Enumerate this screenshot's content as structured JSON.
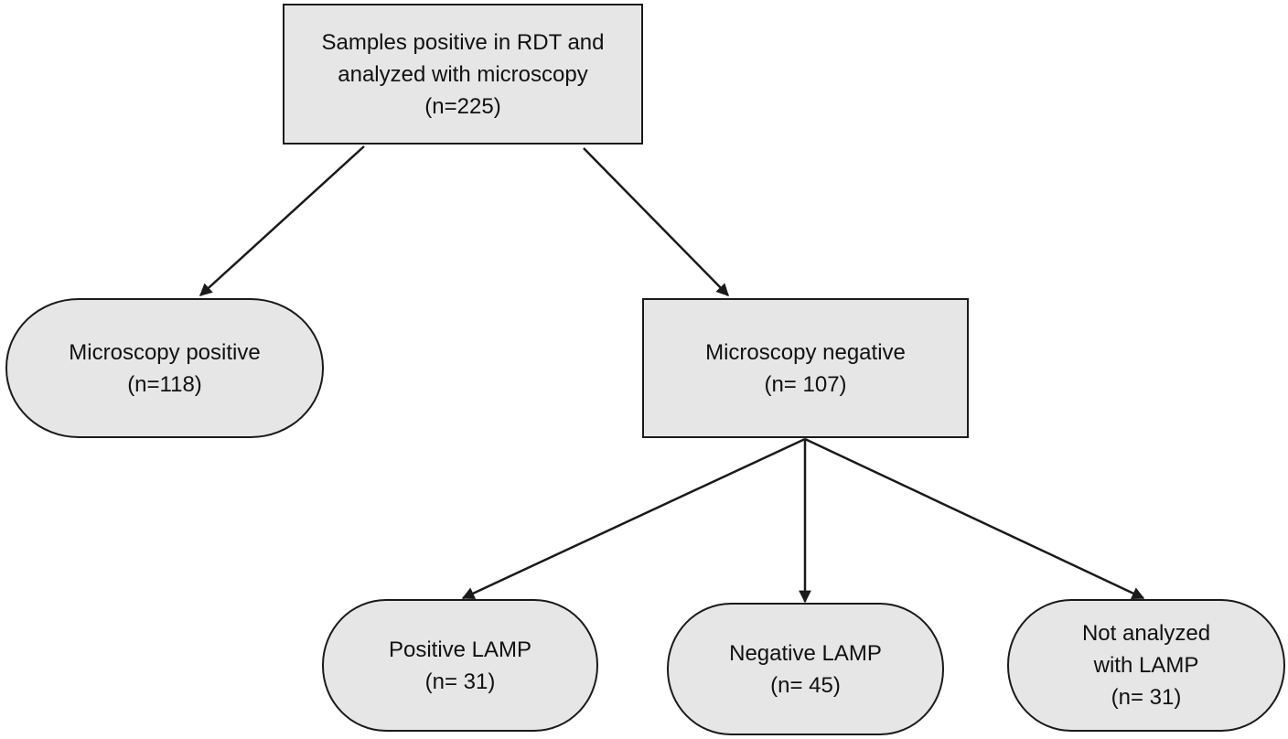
{
  "nodes": {
    "root": {
      "line1": "Samples positive in RDT and",
      "line2": "analyzed with microscopy",
      "line3": "(n=225)"
    },
    "microscopy_positive": {
      "line1": "Microscopy positive",
      "line2": "(n=118)"
    },
    "microscopy_negative": {
      "line1": "Microscopy negative",
      "line2": "(n= 107)"
    },
    "positive_lamp": {
      "line1": "Positive LAMP",
      "line2": "(n= 31)"
    },
    "negative_lamp": {
      "line1": "Negative LAMP",
      "line2": "(n= 45)"
    },
    "not_analyzed_lamp": {
      "line1": "Not analyzed",
      "line2": "with LAMP",
      "line3": "(n= 31)"
    }
  },
  "colors": {
    "node_fill": "#e6e6e6",
    "stroke": "#1a1a1a",
    "text": "#111111"
  }
}
